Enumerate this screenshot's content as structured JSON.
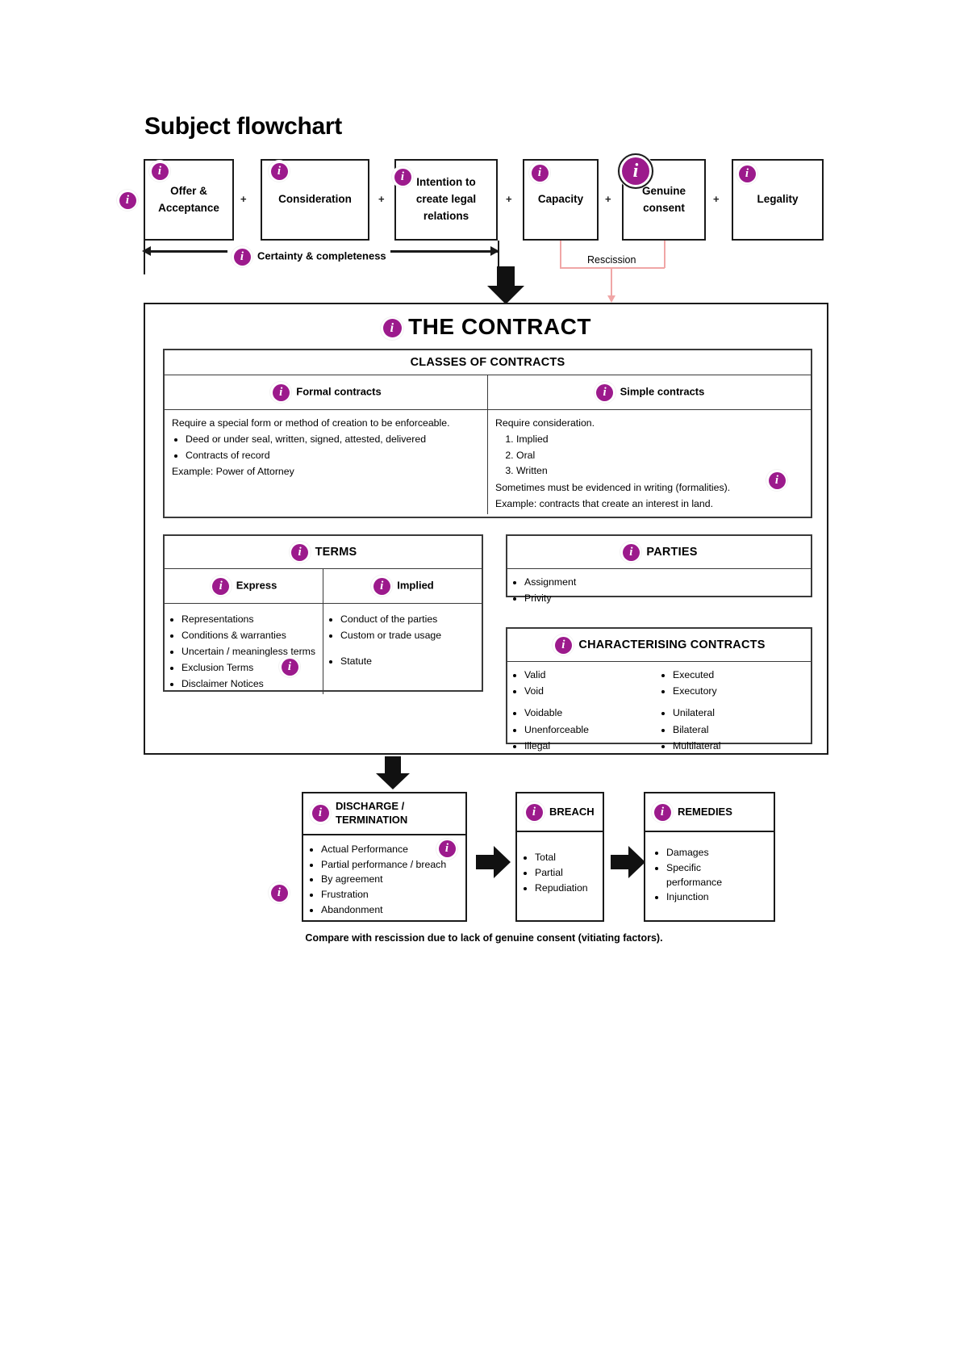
{
  "title": "Subject flowchart",
  "top_row": {
    "boxes": [
      {
        "label": "Offer &\nAcceptance"
      },
      {
        "label": "Consideration"
      },
      {
        "label": "Intention to\ncreate legal\nrelations"
      },
      {
        "label": "Capacity"
      },
      {
        "label": "Genuine\nconsent"
      },
      {
        "label": "Legality"
      }
    ],
    "plus": "+",
    "certainty_label": "Certainty & completeness",
    "rescission_label": "Rescission"
  },
  "contract": {
    "heading": "THE CONTRACT",
    "classes": {
      "heading": "CLASSES OF CONTRACTS",
      "formal": {
        "heading": "Formal contracts",
        "intro": "Require a special form or method of creation to be enforceable.",
        "bullets": [
          "Deed or under seal, written, signed, attested, delivered",
          "Contracts of record"
        ],
        "example": "Example: Power of Attorney"
      },
      "simple": {
        "heading": "Simple contracts",
        "intro": "Require consideration.",
        "numbered": [
          "Implied",
          "Oral",
          "Written"
        ],
        "note": "Sometimes must be evidenced in writing (formalities).",
        "example": "Example: contracts that create an interest in land."
      }
    },
    "terms": {
      "heading": "TERMS",
      "express": {
        "heading": "Express",
        "items": [
          "Representations",
          "Conditions & warranties",
          "Uncertain / meaningless terms",
          "Exclusion Terms",
          "Disclaimer Notices"
        ]
      },
      "implied": {
        "heading": "Implied",
        "items": [
          "Conduct of the parties",
          "Custom or trade usage",
          "Statute"
        ]
      }
    },
    "parties": {
      "heading": "PARTIES",
      "items": [
        "Assignment",
        "Privity"
      ]
    },
    "characterising": {
      "heading": "CHARACTERISING CONTRACTS",
      "left_items": [
        "Valid",
        "Void",
        "Voidable",
        "Unenforceable",
        "Illegal"
      ],
      "right_items": [
        "Executed",
        "Executory",
        "Unilateral",
        "Bilateral",
        "Multilateral"
      ]
    }
  },
  "bottom_row": {
    "discharge": {
      "heading": "DISCHARGE /\nTERMINATION",
      "items": [
        "Actual Performance",
        "Partial performance / breach",
        "By agreement",
        "Frustration",
        "Abandonment"
      ]
    },
    "breach": {
      "heading": "BREACH",
      "items": [
        "Total",
        "Partial",
        "Repudiation"
      ]
    },
    "remedies": {
      "heading": "REMEDIES",
      "items": [
        "Damages",
        "Specific performance",
        "Injunction"
      ]
    }
  },
  "footnote": "Compare with rescission due to lack of genuine consent (vitiating factors).",
  "icon": {
    "glyph": "i",
    "name": "info-icon"
  },
  "colors": {
    "accent": "#9c1a8c",
    "rescission_line": "#f0a6a6",
    "outline": "#1a1a1a"
  }
}
